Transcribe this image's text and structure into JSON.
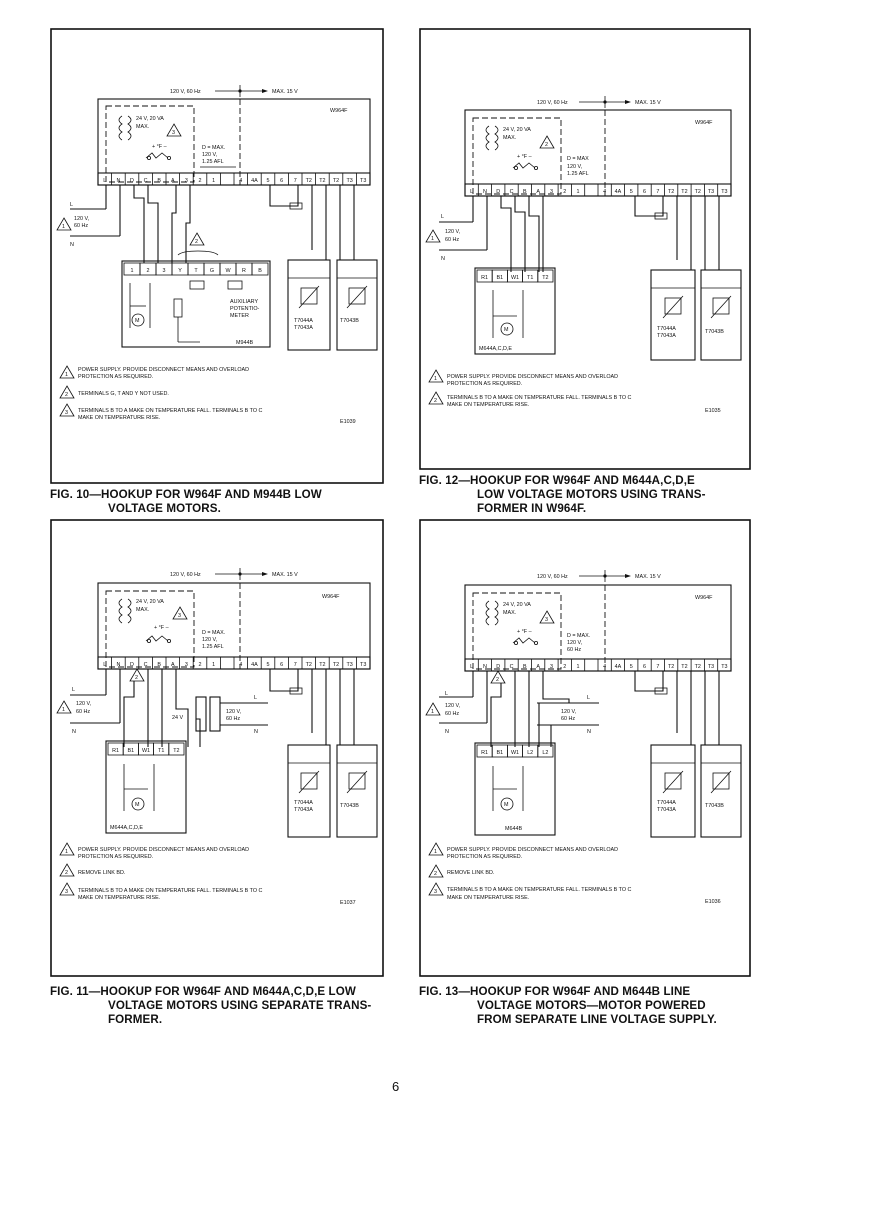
{
  "supply_label": "120 V, 60 Hz",
  "max_label": "MAX. 15 V",
  "controller_model": "W964F",
  "transformer_label": [
    "24 V, 20 VA",
    "MAX."
  ],
  "switch_label": "+ °F –",
  "rating_fig10_11": [
    "D = MAX.",
    "120 V,",
    "1.25 AFL"
  ],
  "rating_fig12": [
    "D = MAX",
    "120 V,",
    "1.25 AFL"
  ],
  "rating_fig13": [
    "D = MAX.",
    "120 V,",
    "60 Hz"
  ],
  "terminals": [
    "L",
    "N",
    "D",
    "C",
    "B",
    "A",
    "3",
    "2",
    "1",
    "",
    "4",
    "4A",
    "5",
    "6",
    "7",
    "T2",
    "T2",
    "T2",
    "T3",
    "T3"
  ],
  "line_label": "L",
  "neutral_label": "N",
  "power_label": [
    "120 V,",
    "60 Hz"
  ],
  "sensor_labels": {
    "t7044": [
      "T7044A",
      "T7043A"
    ],
    "t7043": "T7043B"
  },
  "figures": [
    {
      "motor_model": "M944B",
      "motor_terminals": [
        "1",
        "2",
        "3",
        "Y",
        "T",
        "G",
        "W",
        "R",
        "B"
      ],
      "aux_label": [
        "AUXILIARY",
        "POTENTIO-",
        "METER"
      ],
      "notes": [
        {
          "num": "1",
          "text": [
            "POWER SUPPLY. PROVIDE DISCONNECT MEANS AND OVERLOAD",
            "PROTECTION AS REQUIRED."
          ]
        },
        {
          "num": "2",
          "text": [
            "TERMINALS G, T AND Y NOT USED."
          ]
        },
        {
          "num": "3",
          "text": [
            "TERMINALS B TO A MAKE ON TEMPERATURE FALL. TERMINALS B TO C",
            "MAKE ON TEMPERATURE RISE."
          ]
        }
      ],
      "code": "E1039",
      "caption_num": "FIG. 10—HOOKUP FOR W964F AND M944B LOW",
      "caption_rest": [
        "VOLTAGE MOTORS."
      ]
    },
    {
      "motor_model": "M644A,C,D,E",
      "motor_terminals": [
        "R1",
        "B1",
        "W1",
        "T1",
        "T2"
      ],
      "transformer_secondary": "24 V",
      "notes": [
        {
          "num": "1",
          "text": [
            "POWER SUPPLY. PROVIDE DISCONNECT MEANS AND OVERLOAD",
            "PROTECTION AS REQUIRED."
          ]
        },
        {
          "num": "2",
          "text": [
            "REMOVE LINK BD."
          ]
        },
        {
          "num": "3",
          "text": [
            "TERMINALS B TO A MAKE ON TEMPERATURE FALL. TERMINALS B TO C",
            "MAKE ON TEMPERATURE RISE."
          ]
        }
      ],
      "code": "E1037",
      "caption_num": "FIG. 11—HOOKUP FOR W964F AND M644A,C,D,E LOW",
      "caption_rest": [
        "VOLTAGE MOTORS USING SEPARATE TRANS-",
        "FORMER."
      ]
    },
    {
      "motor_model": "M644A,C,D,E",
      "motor_terminals": [
        "R1",
        "B1",
        "W1",
        "T1",
        "T2"
      ],
      "notes": [
        {
          "num": "1",
          "text": [
            "POWER SUPPLY. PROVIDE DISCONNECT MEANS AND OVERLOAD",
            "PROTECTION AS REQUIRED."
          ]
        },
        {
          "num": "2",
          "text": [
            "TERMINALS B TO A MAKE ON TEMPERATURE FALL. TERMINALS B TO C",
            "MAKE ON TEMPERATURE RISE."
          ]
        }
      ],
      "code": "E1035",
      "caption_num": "FIG. 12—HOOKUP FOR W964F AND M644A,C,D,E",
      "caption_rest": [
        "LOW VOLTAGE MOTORS USING TRANS-",
        "FORMER IN W964F."
      ]
    },
    {
      "motor_model": "M644B",
      "motor_terminals": [
        "R1",
        "B1",
        "W1",
        "L2",
        "L2"
      ],
      "notes": [
        {
          "num": "1",
          "text": [
            "POWER SUPPLY. PROVIDE DISCONNECT MEANS AND OVERLOAD",
            "PROTECTION AS REQUIRED."
          ]
        },
        {
          "num": "2",
          "text": [
            "REMOVE LINK BD."
          ]
        },
        {
          "num": "3",
          "text": [
            "TERMINALS B TO A MAKE ON TEMPERATURE FALL. TERMINALS B TO C",
            "MAKE ON TEMPERATURE RISE."
          ]
        }
      ],
      "code": "E1036",
      "caption_num": "FIG. 13—HOOKUP FOR W964F AND M644B LINE",
      "caption_rest": [
        "VOLTAGE MOTORS—MOTOR POWERED",
        "FROM SEPARATE LINE VOLTAGE SUPPLY."
      ]
    }
  ],
  "page_number": "6"
}
